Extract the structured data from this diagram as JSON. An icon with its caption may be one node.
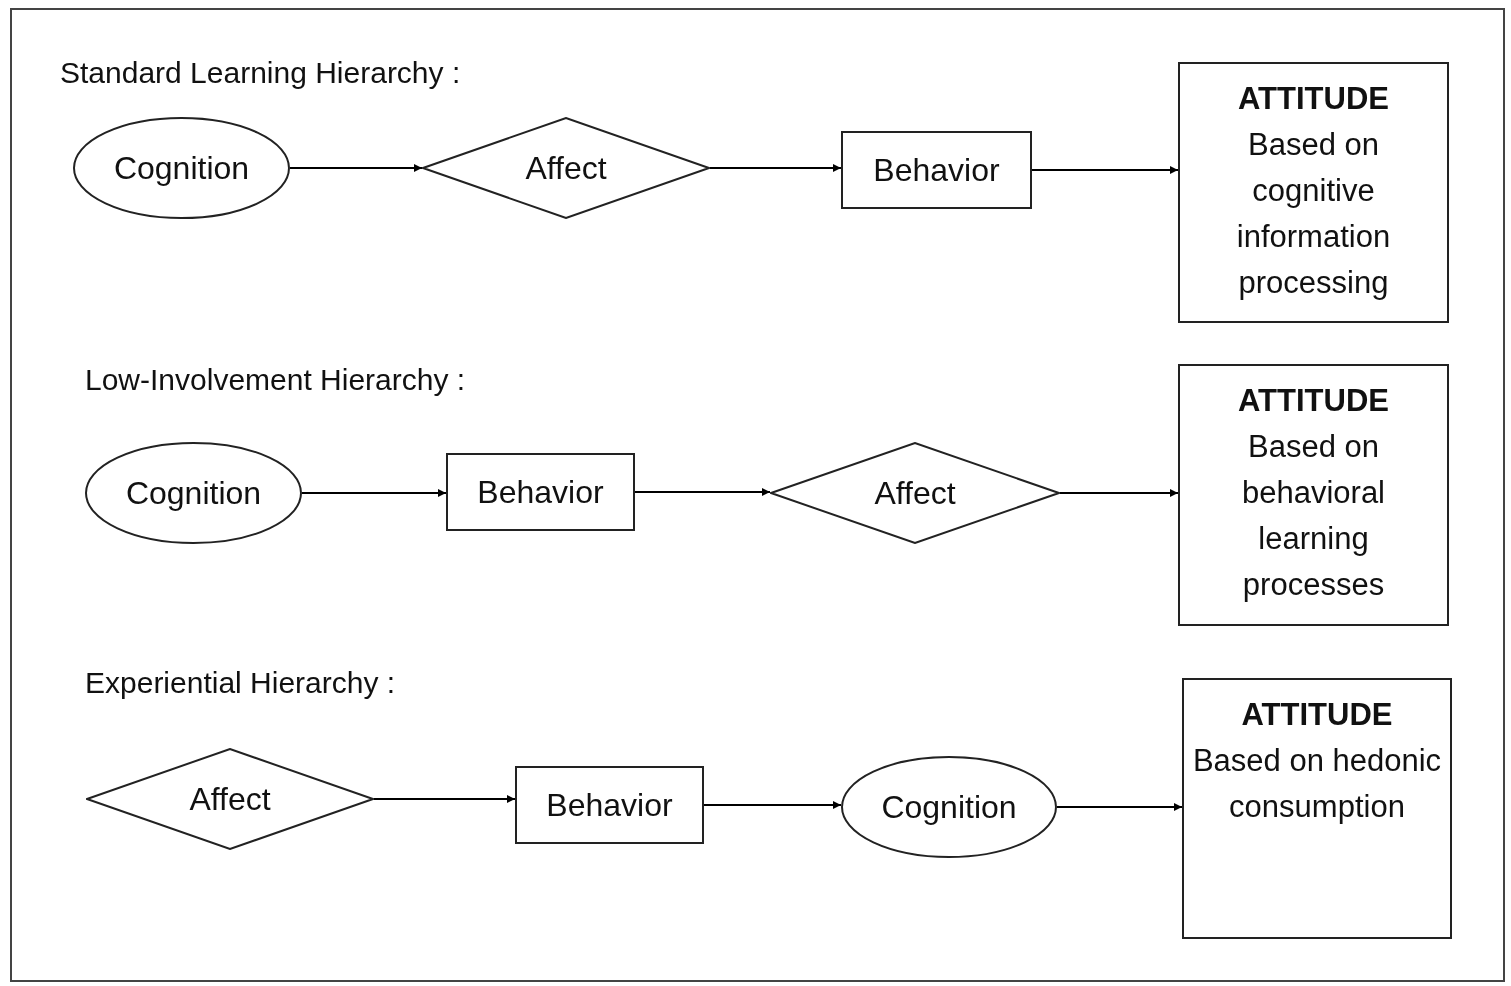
{
  "diagram": {
    "nodes": [
      {
        "text": [
          "Cognition"
        ]
      },
      {
        "text": [
          "Affect"
        ]
      },
      {
        "text": [
          "Behavior"
        ]
      },
      {
        "text": [
          "ATTITUDE",
          "Based on cognitive information processing"
        ]
      },
      {
        "text": [
          "Cognition"
        ]
      },
      {
        "text": [
          "Behavior"
        ]
      },
      {
        "text": [
          "Affect"
        ]
      },
      {
        "text": [
          "ATTITUDE",
          "Based on behavioral learning processes"
        ]
      },
      {
        "text": [
          "Affect"
        ]
      },
      {
        "text": [
          "Behavior"
        ]
      },
      {
        "text": [
          "Cognition"
        ]
      },
      {
        "text": [
          "ATTITUDE",
          "Based on hedonic consumption"
        ]
      }
    ],
    "edges": [
      {
        "from": 0,
        "to": 1,
        "arrow": "to"
      },
      {
        "from": 1,
        "to": 2,
        "arrow": "to"
      },
      {
        "from": 2,
        "to": 3,
        "arrow": "to"
      },
      {
        "from": 4,
        "to": 5,
        "arrow": "to"
      },
      {
        "from": 5,
        "to": 6,
        "arrow": "to"
      },
      {
        "from": 6,
        "to": 7,
        "arrow": "to"
      },
      {
        "from": 8,
        "to": 9,
        "arrow": "to"
      },
      {
        "from": 9,
        "to": 10,
        "arrow": "to"
      },
      {
        "from": 10,
        "to": 11,
        "arrow": "to"
      }
    ],
    "labels": [
      "Standard Learning Hierarchy :",
      "Low-Involvement Hierarchy :",
      "Experiential Hierarchy :"
    ]
  }
}
